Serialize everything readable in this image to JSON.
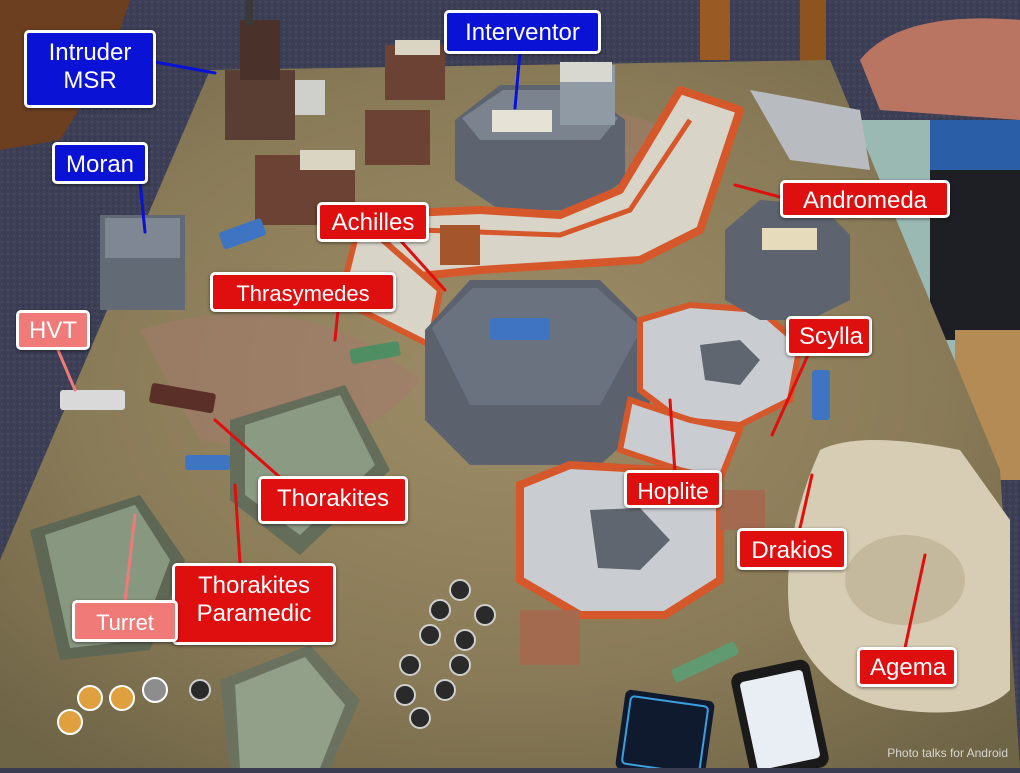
{
  "labels": {
    "intruder_msr": "Intruder\nMSR",
    "interventor": "Interventor",
    "moran": "Moran",
    "andromeda": "Andromeda",
    "achilles": "Achilles",
    "thrasymedes": "Thrasymedes",
    "hvt": "HVT",
    "scylla": "Scylla",
    "thorakites": "Thorakites",
    "hoplite": "Hoplite",
    "drakios": "Drakios",
    "thorakites_paramedic": "Thorakites\nParamedic",
    "turret": "Turret",
    "agema": "Agema"
  },
  "watermark": "Photo talks for Android",
  "colors": {
    "callout_blue": "#0a12d6",
    "callout_red": "#e00f0f",
    "callout_pink": "#f07a78",
    "mat": "#8d7f5c",
    "wall_orange": "#d5572a",
    "panel_gray": "#c9cdd1",
    "building_dark": "#5d6470"
  }
}
